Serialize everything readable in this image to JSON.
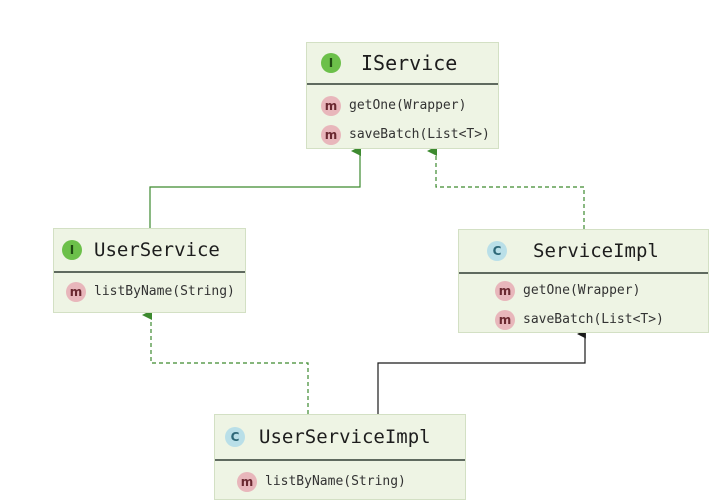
{
  "diagram": {
    "nodes": {
      "iservice": {
        "kind": "I",
        "title": "IService",
        "methods": [
          "getOne(Wrapper)",
          "saveBatch(List<T>)"
        ]
      },
      "userservice": {
        "kind": "I",
        "title": "UserService",
        "methods": [
          "listByName(String)"
        ]
      },
      "serviceimpl": {
        "kind": "C",
        "title": "ServiceImpl",
        "methods": [
          "getOne(Wrapper)",
          "saveBatch(List<T>)"
        ]
      },
      "userserviceimpl": {
        "kind": "C",
        "title": "UserServiceImpl",
        "methods": [
          "listByName(String)"
        ]
      }
    },
    "method_badge": "m",
    "colors": {
      "interface_edge": "#3d8a2f",
      "class_edge": "#1a1a1a",
      "box_fill": "#eef4e4",
      "interface_badge": "#6cc04a",
      "class_badge": "#b9dfe8",
      "method_badge": "#e8b6bb"
    },
    "edges": [
      {
        "from": "userservice",
        "to": "iservice",
        "style": "solid",
        "type": "extends"
      },
      {
        "from": "serviceimpl",
        "to": "iservice",
        "style": "dashed",
        "type": "implements"
      },
      {
        "from": "userserviceimpl",
        "to": "userservice",
        "style": "dashed",
        "type": "implements"
      },
      {
        "from": "userserviceimpl",
        "to": "serviceimpl",
        "style": "solid",
        "type": "extends"
      }
    ]
  }
}
